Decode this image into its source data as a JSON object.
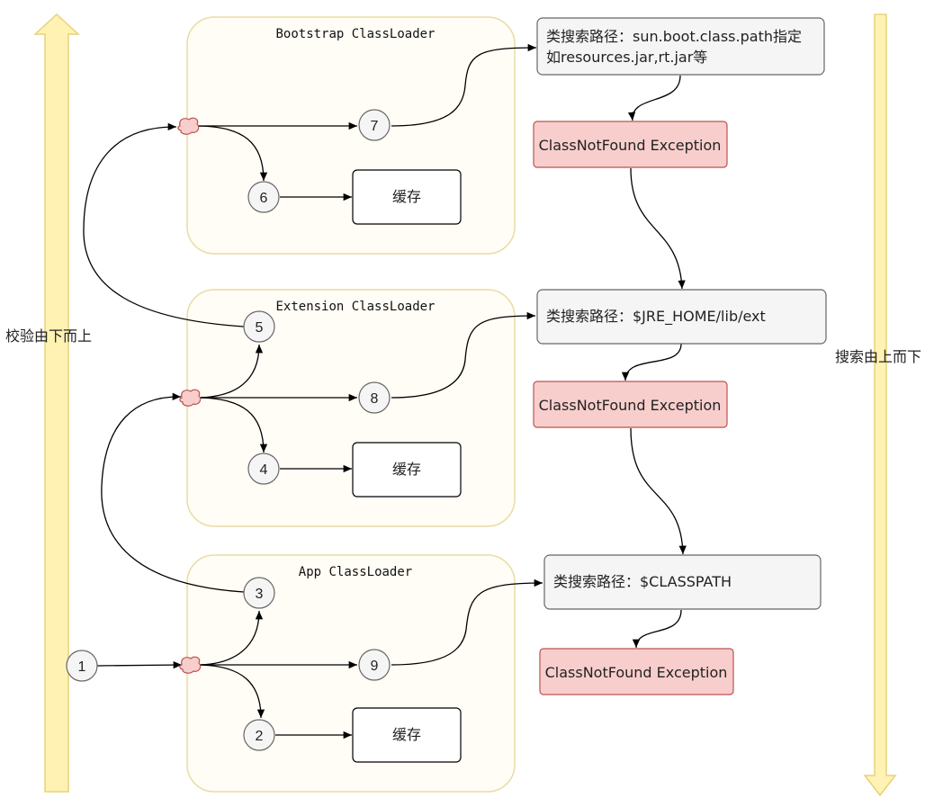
{
  "loaders": {
    "bootstrap": {
      "title": "Bootstrap ClassLoader"
    },
    "extension": {
      "title": "Extension ClassLoader"
    },
    "app": {
      "title": "App ClassLoader"
    }
  },
  "steps": {
    "n1": "1",
    "n2": "2",
    "n3": "3",
    "n4": "4",
    "n5": "5",
    "n6": "6",
    "n7": "7",
    "n8": "8",
    "n9": "9"
  },
  "cache": {
    "bootstrap": "缓存",
    "extension": "缓存",
    "app": "缓存"
  },
  "search_paths": {
    "bootstrap_line1": "类搜索路径：sun.boot.class.path指定",
    "bootstrap_line2": "如resources.jar,rt.jar等",
    "extension": "类搜索路径：$JRE_HOME/lib/ext",
    "app": "类搜索路径：$CLASSPATH"
  },
  "exceptions": {
    "bootstrap": "ClassNotFound Exception",
    "extension": "ClassNotFound Exception",
    "app": "ClassNotFound Exception"
  },
  "side_labels": {
    "left": "校验由下而上",
    "right": "搜索由上而下"
  },
  "colors": {
    "loader_fill": "#fffdf5",
    "loader_stroke": "#e9dca4",
    "arrow_fill": "#fff2b3",
    "arrow_stroke": "#e8d27a",
    "search_box_fill": "#f5f5f5",
    "search_box_stroke": "#666666",
    "exception_fill": "#f8cecc",
    "exception_stroke": "#b85450",
    "decision_fill": "#f8cecc",
    "decision_stroke": "#b85450"
  }
}
